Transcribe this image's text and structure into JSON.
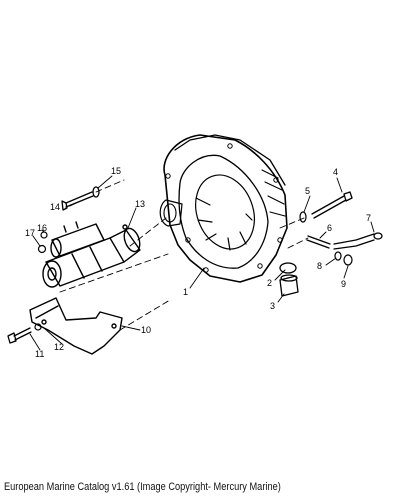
{
  "callouts": [
    "1",
    "2",
    "3",
    "4",
    "5",
    "6",
    "7",
    "8",
    "9",
    "10",
    "11",
    "12",
    "13",
    "14",
    "15",
    "16",
    "17"
  ],
  "caption": "European Marine Catalog v1.61 (Image Copyright- Mercury Marine)"
}
